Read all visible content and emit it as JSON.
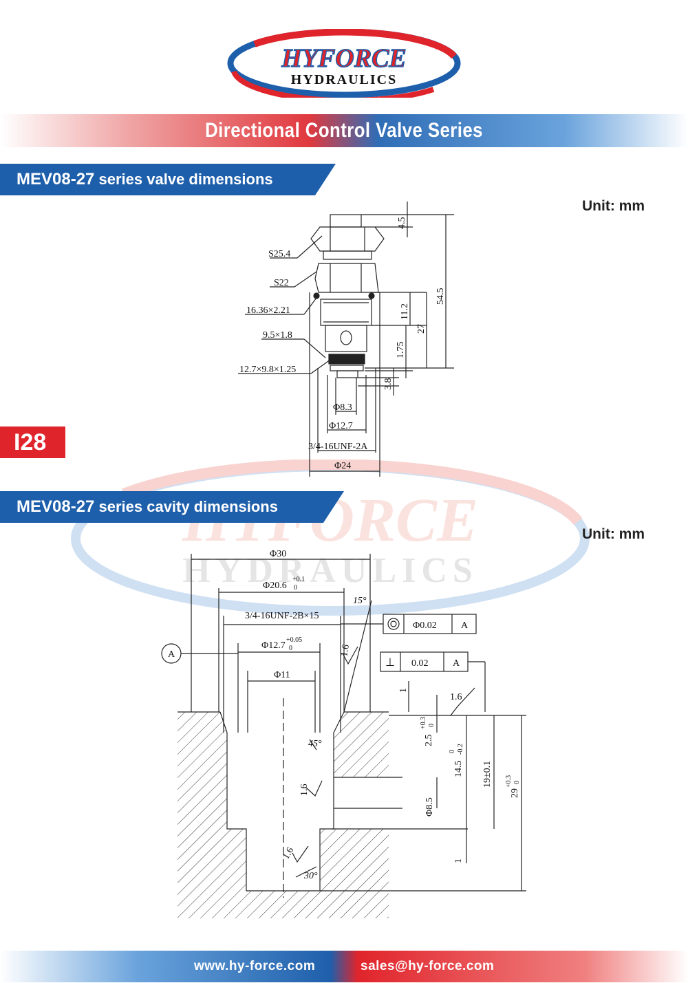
{
  "logo": {
    "line1": "HYFORCE",
    "line2": "HYDRAULICS"
  },
  "series_title": "Directional Control Valve Series",
  "page_number": "I28",
  "valve_section": {
    "code": "MEV08-27",
    "label": " series valve dimensions",
    "unit": "Unit: mm",
    "dims": {
      "d45": "4.5",
      "d545": "54.5",
      "d112": "11.2",
      "d27": "27",
      "d175": "1.75",
      "d38": "3.8",
      "s254": "S25.4",
      "s22": "S22",
      "oring1": "16.36×2.21",
      "oring2": "9.5×1.8",
      "oring3": "12.7×9.8×1.25",
      "phi83": "Φ8.3",
      "phi127": "Φ12.7",
      "thread": "3/4-16UNF-2A",
      "phi24": "Φ24"
    }
  },
  "cavity_section": {
    "code": "MEV08-27",
    "label": " series cavity dimensions",
    "unit": "Unit: mm",
    "dims": {
      "phi30": "Φ30",
      "phi206": "Φ20.6",
      "phi206_tol_up": "+0.1",
      "phi206_tol_dn": "0",
      "angle15": "15°",
      "thread": "3/4-16UNF-2B×15",
      "phi127": "Φ12.7",
      "phi127_tol_up": "+0.05",
      "phi127_tol_dn": "0",
      "phi11": "Φ11",
      "datum": "A",
      "tol1_value": "Φ0.02",
      "tol1_datum": "A",
      "tol2_value": "0.02",
      "tol2_datum": "A",
      "rough": "1.6",
      "angle45": "45°",
      "angle30": "30°",
      "d1": "1",
      "d25": "2.5",
      "d25_tol_up": "+0.3",
      "d25_tol_dn": "0",
      "d145": "14.5",
      "d145_tol_up": "0",
      "d145_tol_dn": "-0.2",
      "d19": "19±0.1",
      "d29": "29",
      "d29_tol_up": "+0.3",
      "d29_tol_dn": "0",
      "phi85": "Φ8.5",
      "d1b": "1"
    }
  },
  "footer": {
    "website": "www.hy-force.com",
    "email": "sales@hy-force.com"
  },
  "colors": {
    "brand_red": "#e0242b",
    "brand_blue": "#1e5fab"
  }
}
